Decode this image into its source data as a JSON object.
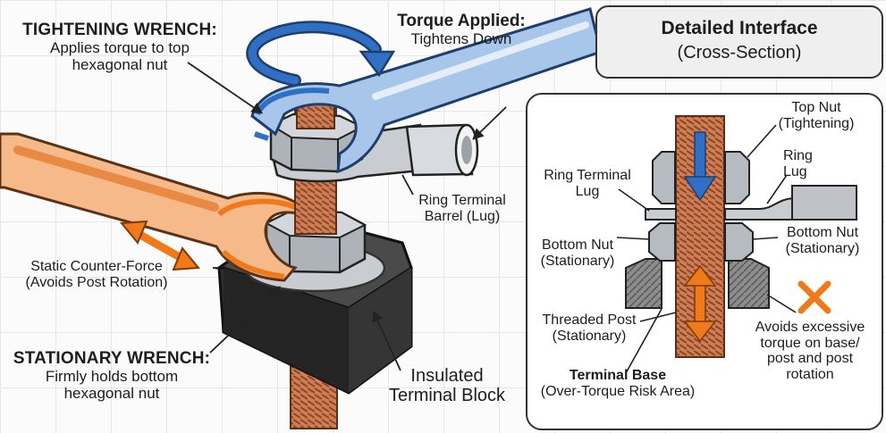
{
  "left": {
    "tightening_wrench": {
      "title": "TIGHTENING WRENCH:",
      "line1": "Applies torque to top",
      "line2": "hexagonal nut"
    },
    "torque_applied": {
      "title": "Torque Applied:",
      "subtitle": "Tightens Down"
    },
    "ring_terminal_barrel": {
      "line1": "Ring Terminal",
      "line2": "Barrel (Lug)"
    },
    "static_counter_force": {
      "line1": "Static Counter-Force",
      "line2": "(Avoids Post Rotation)"
    },
    "stationary_wrench": {
      "title": "STATIONARY WRENCH:",
      "line1": "Firmly holds bottom",
      "line2": "hexagonal nut"
    },
    "insulated_block": {
      "line1": "Insulated",
      "line2": "Terminal Block"
    }
  },
  "panel": {
    "title": "Detailed Interface",
    "subtitle": "(Cross-Section)",
    "top_nut": {
      "line1": "Top Nut",
      "line2": "(Tightening)"
    },
    "ring_lug": {
      "line1": "Ring",
      "line2": "Lug"
    },
    "ring_terminal_lug": {
      "line1": "Ring Terminal",
      "line2": "Lug"
    },
    "bottom_nut_left": {
      "line1": "Bottom Nut",
      "line2": "(Stationary)"
    },
    "bottom_nut_right": {
      "line1": "Bottom Nut",
      "line2": "(Stationary)"
    },
    "threaded_post": {
      "line1": "Threaded Post",
      "line2": "(Stationary)"
    },
    "avoids_torque": {
      "line1": "Avoids excessive",
      "line2": "torque on base/",
      "line3": "post and post",
      "line4": "rotation"
    },
    "terminal_base": {
      "title": "Terminal Base",
      "subtitle": "(Over-Torque Risk Area)"
    }
  },
  "colors": {
    "blue": "#2f6fc4",
    "orange": "#f07a1a",
    "copper": "#c8744a",
    "steel": "#b9bec4",
    "block": "#3b3b3b"
  }
}
